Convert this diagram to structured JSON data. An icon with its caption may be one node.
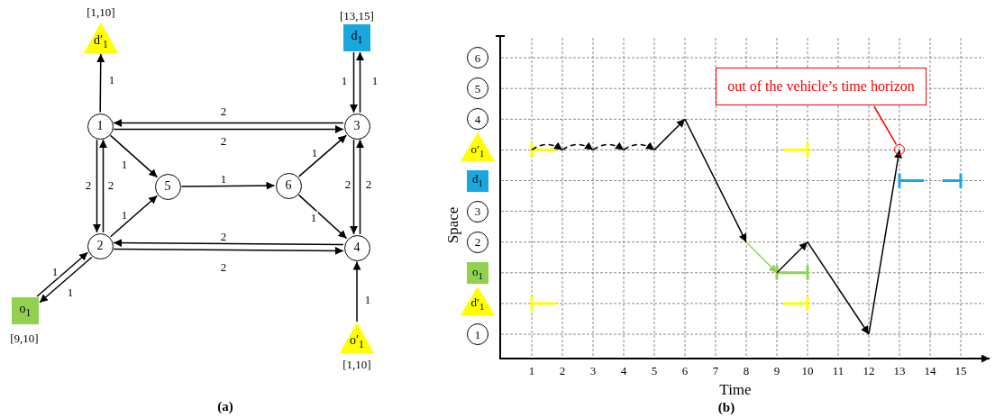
{
  "diagram": {
    "nodes": [
      {
        "text": [
          "d′$_{1}$"
        ],
        "beside": [
          "[1,10]"
        ]
      },
      {
        "text": [
          "d$_{1}$"
        ],
        "beside": [
          "[13,15]"
        ]
      },
      {
        "text": [
          "1"
        ]
      },
      {
        "text": [
          "3"
        ]
      },
      {
        "text": [
          "5"
        ]
      },
      {
        "text": [
          "6"
        ]
      },
      {
        "text": [
          "2"
        ]
      },
      {
        "text": [
          "4"
        ]
      },
      {
        "text": [
          "o$_{1}$"
        ],
        "beside": [
          "[9,10]"
        ]
      },
      {
        "text": [
          "o′$_{1}$"
        ],
        "beside": [
          "[1,10]"
        ]
      },
      {
        "text": [
          "6"
        ]
      },
      {
        "text": [
          "5"
        ]
      },
      {
        "text": [
          "4"
        ]
      },
      {
        "text": [
          "o′$_{1}$"
        ]
      },
      {
        "text": [
          "d$_{1}$"
        ]
      },
      {
        "text": [
          "3"
        ]
      },
      {
        "text": [
          "2"
        ]
      },
      {
        "text": [
          "o$_{1}$"
        ]
      },
      {
        "text": [
          "d′$_{1}$"
        ]
      },
      {
        "text": [
          "1"
        ]
      },
      {
        "text": [
          "out of the vehicle’s time horizon"
        ]
      },
      {
        "text": [],
        "shape": "circle"
      }
    ],
    "edges": [
      {
        "from": 2,
        "to": 0,
        "arrow": "to",
        "label": "1"
      },
      {
        "from": 1,
        "to": 3,
        "arrow": "to",
        "label": "1"
      },
      {
        "from": 3,
        "to": 1,
        "arrow": "to",
        "label": "1"
      },
      {
        "from": 3,
        "to": 2,
        "arrow": "to",
        "label": "2"
      },
      {
        "from": 2,
        "to": 3,
        "arrow": "to",
        "label": "2"
      },
      {
        "from": 2,
        "to": 6,
        "arrow": "to",
        "label": "2"
      },
      {
        "from": 6,
        "to": 2,
        "arrow": "to",
        "label": "2"
      },
      {
        "from": 2,
        "to": 4,
        "arrow": "to",
        "label": "1"
      },
      {
        "from": 6,
        "to": 4,
        "arrow": "to",
        "label": "1"
      },
      {
        "from": 4,
        "to": 5,
        "arrow": "to",
        "label": "1"
      },
      {
        "from": 5,
        "to": 3,
        "arrow": "to",
        "label": "1"
      },
      {
        "from": 5,
        "to": 7,
        "arrow": "to",
        "label": "1"
      },
      {
        "from": 3,
        "to": 7,
        "arrow": "to",
        "label": "2"
      },
      {
        "from": 7,
        "to": 3,
        "arrow": "to",
        "label": "2"
      },
      {
        "from": 7,
        "to": 6,
        "arrow": "to",
        "label": "2"
      },
      {
        "from": 6,
        "to": 7,
        "arrow": "to",
        "label": "2"
      },
      {
        "from": 8,
        "to": 6,
        "arrow": "to",
        "label": "1"
      },
      {
        "from": 6,
        "to": 8,
        "arrow": "to",
        "label": "1"
      },
      {
        "from": 9,
        "to": 7,
        "arrow": "to",
        "label": "1"
      },
      {
        "from": 20,
        "to": 21,
        "arrow": "none",
        "color": "#ff0000"
      }
    ],
    "labels": [
      "1",
      "2",
      "3",
      "4",
      "5",
      "6",
      "7",
      "8",
      "9",
      "10",
      "11",
      "12",
      "13",
      "14",
      "15",
      "Time",
      "Space",
      "(a)",
      "(b)"
    ]
  }
}
